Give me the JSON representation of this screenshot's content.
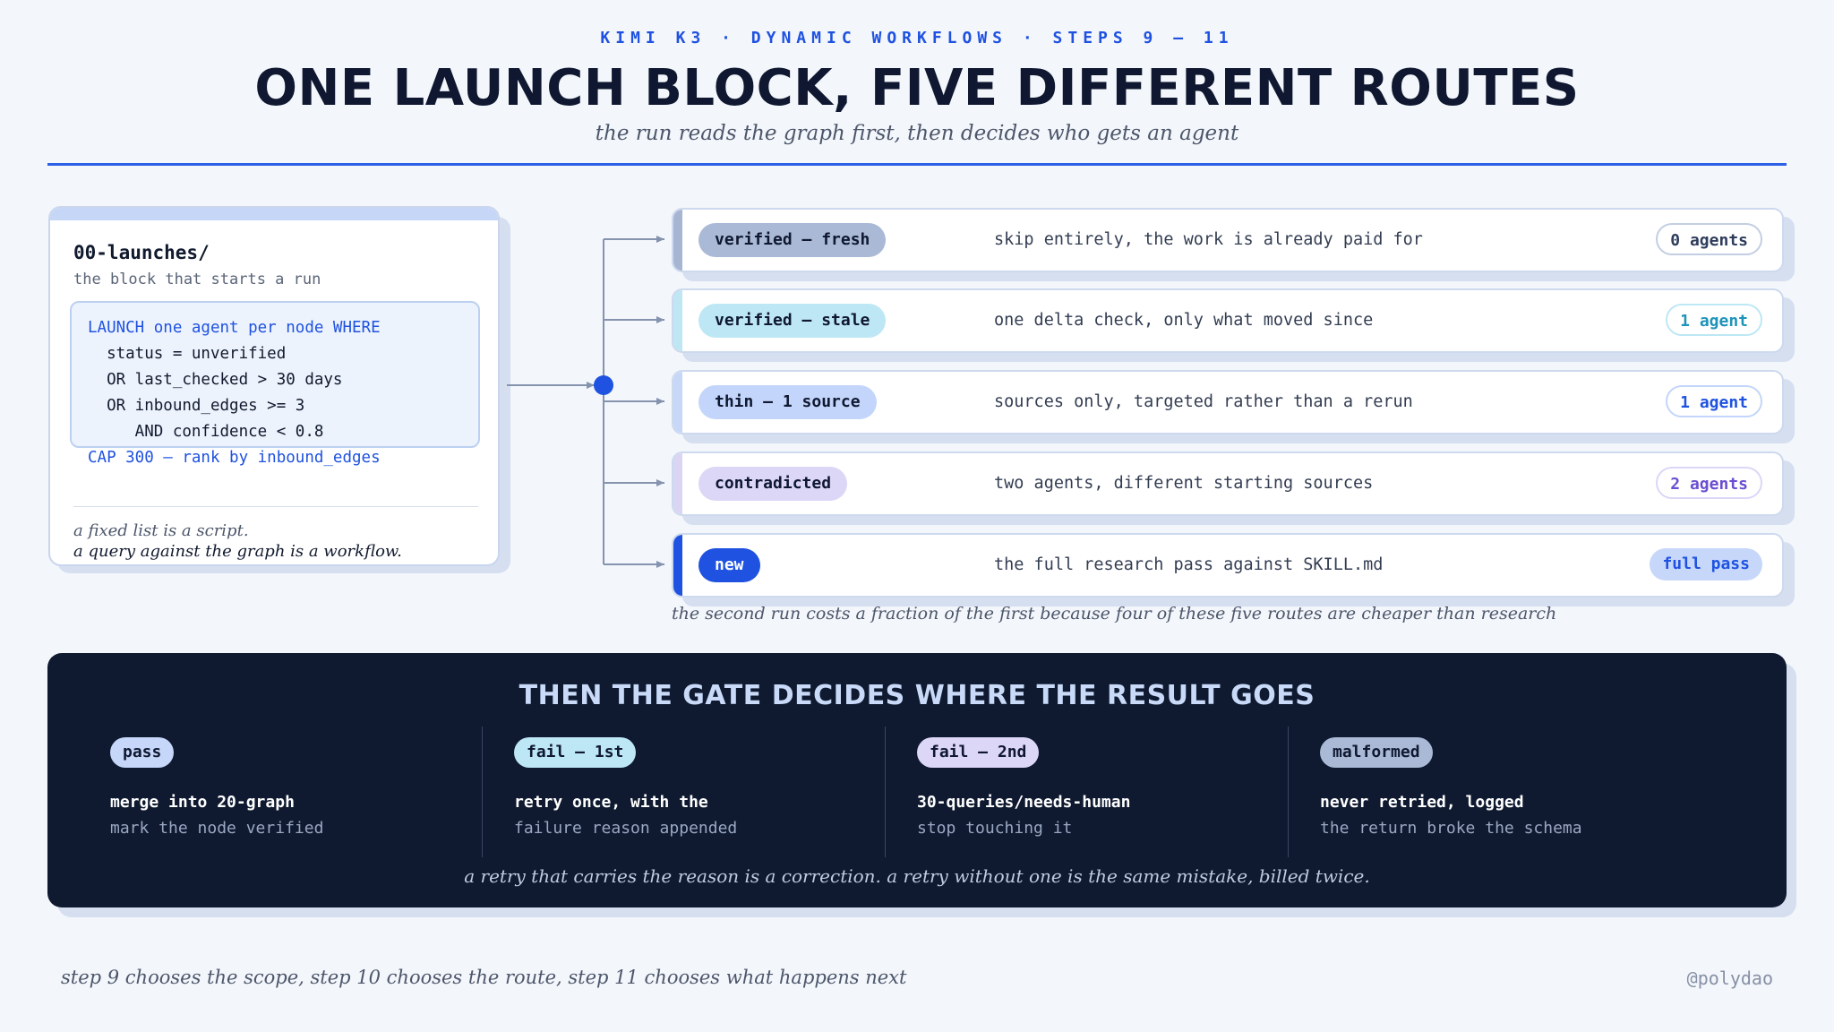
{
  "header": {
    "eyebrow": "KIMI K3 · DYNAMIC WORKFLOWS · STEPS 9 – 11",
    "title": "ONE LAUNCH BLOCK, FIVE DIFFERENT ROUTES",
    "subtitle": "the run reads the graph first, then decides who gets an agent"
  },
  "launch": {
    "title": "00-launches/",
    "subtitle": "the block that starts a run",
    "code": [
      {
        "text": "LAUNCH one agent per node WHERE",
        "kw": true
      },
      {
        "text": "  status = unverified",
        "kw": false
      },
      {
        "text": "  OR last_checked > 30 days",
        "kw": false
      },
      {
        "text": "  OR inbound_edges >= 3",
        "kw": false
      },
      {
        "text": "     AND confidence < 0.8",
        "kw": false
      },
      {
        "text": "CAP 300 – rank by inbound_edges",
        "kw": true
      }
    ],
    "note_line1": "a fixed list is a script.",
    "note_line2": "a query against the graph is a workflow."
  },
  "routes": [
    {
      "label": "verified – fresh",
      "desc": "skip entirely, the work is already paid for",
      "badge": "0 agents",
      "accent": "#a6b5d1",
      "pill_bg": "#a9b9d6",
      "badge_color": "#2f3d5c",
      "badge_border": "#c3cee2"
    },
    {
      "label": "verified – stale",
      "desc": "one delta check, only what moved since",
      "badge": "1 agent",
      "accent": "#bfe6f3",
      "pill_bg": "#bde7f5",
      "badge_color": "#1f93b9",
      "badge_border": "#bde7f5"
    },
    {
      "label": "thin – 1 source",
      "desc": "sources only, targeted rather than a rerun",
      "badge": "1 agent",
      "accent": "#c6d7f8",
      "pill_bg": "#c3d5fa",
      "badge_color": "#1f52e0",
      "badge_border": "#c3d5fa"
    },
    {
      "label": "contradicted",
      "desc": "two agents, different starting sources",
      "badge": "2 agents",
      "accent": "#dad5f3",
      "pill_bg": "#dcd6f7",
      "badge_color": "#6a4fd0",
      "badge_border": "#dcd6f7"
    },
    {
      "label": "new",
      "desc": "the full research pass against SKILL.md",
      "badge": "full pass",
      "accent": "#1f52e0",
      "pill_bg": "#1f52e0",
      "badge_color": "#1f52e0",
      "badge_border": "#c6d7fa"
    }
  ],
  "routes_note": "the second run costs a fraction of the first because four of these five routes are cheaper than research",
  "gate": {
    "title": "THEN THE GATE DECIDES WHERE THE RESULT GOES",
    "outcomes": [
      {
        "label": "pass",
        "line1": "merge into 20-graph",
        "line2": "mark the node verified",
        "pill_bg": "#c6d7fa"
      },
      {
        "label": "fail – 1st",
        "line1": "retry once, with the",
        "line2": "failure reason appended",
        "pill_bg": "#bde7f5"
      },
      {
        "label": "fail – 2nd",
        "line1": "30-queries/needs-human",
        "line2": "stop touching it",
        "pill_bg": "#dcd6f7"
      },
      {
        "label": "malformed",
        "line1": "never retried, logged",
        "line2": "the return broke the schema",
        "pill_bg": "#a9b9d6"
      }
    ],
    "note": "a retry that carries the reason is a correction. a retry without one is the same mistake, billed twice."
  },
  "footer": {
    "note": "step 9 chooses the scope, step 10 chooses the route, step 11 chooses what happens next",
    "handle": "@polydao"
  }
}
